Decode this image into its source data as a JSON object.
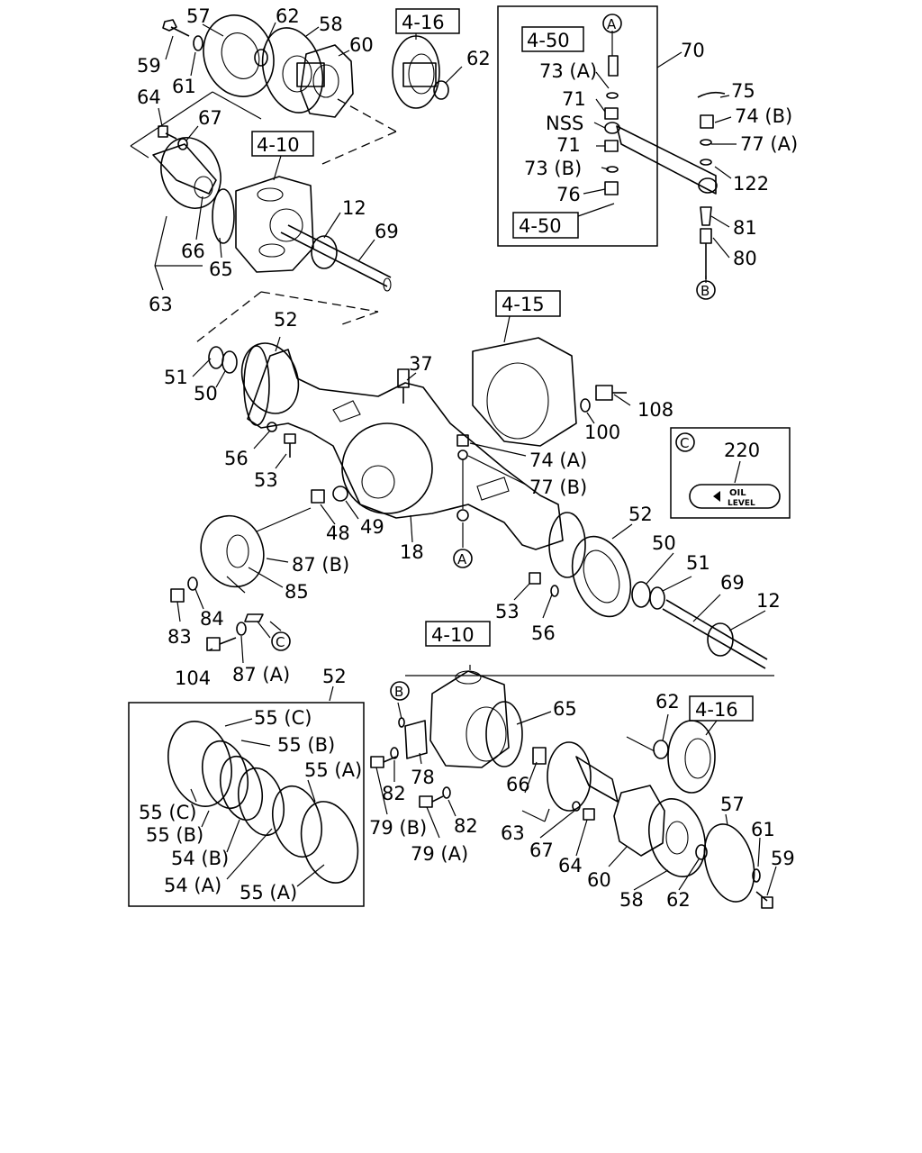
{
  "refs": {
    "r416a": "4-16",
    "r410a": "4-10",
    "r450a": "4-50",
    "r450b": "4-50",
    "r415": "4-15",
    "r410b": "4-10",
    "r416b": "4-16"
  },
  "callouts": {
    "A": "A",
    "B": "B",
    "C": "C"
  },
  "oil_level": {
    "part": "220",
    "word1": "OIL",
    "word2": "LEVEL"
  },
  "labels": {
    "l57a": "57",
    "l62a": "62",
    "l58a": "58",
    "l60a": "60",
    "l59a": "59",
    "l61a": "61",
    "l62b": "62",
    "l64a": "64",
    "l67a": "67",
    "l66a": "66",
    "l65a": "65",
    "l63a": "63",
    "l12a": "12",
    "l69a": "69",
    "l70": "70",
    "l73A": "73 (A)",
    "l71a": "71",
    "lNSS": "NSS",
    "l71b": "71",
    "l73B": "73 (B)",
    "l76": "76",
    "l75": "75",
    "l74B": "74 (B)",
    "l77A": "77 (A)",
    "l122": "122",
    "l81": "81",
    "l80": "80",
    "l52a": "52",
    "l37": "37",
    "l51a": "51",
    "l50a": "50",
    "l108": "108",
    "l100": "100",
    "l56a": "56",
    "l53a": "53",
    "l74A": "74 (A)",
    "l77B": "77 (B)",
    "l48": "48",
    "l49": "49",
    "l18": "18",
    "l87B": "87 (B)",
    "l85": "85",
    "l84": "84",
    "l83": "83",
    "l104": "104",
    "l87A": "87 (A)",
    "l52b": "52",
    "l50b": "50",
    "l51b": "51",
    "l69b": "69",
    "l12b": "12",
    "l53b": "53",
    "l56b": "56",
    "l52c": "52",
    "l55C": "55 (C)",
    "l55B": "55 (B)",
    "l55A": "55 (A)",
    "l55Cb": "55 (C)",
    "l55Bb": "55 (B)",
    "l54B": "54 (B)",
    "l54A": "54 (A)",
    "l55Ab": "55 (A)",
    "l65b": "65",
    "l62c": "62",
    "l66b": "66",
    "l78": "78",
    "l82a": "82",
    "l82b": "82",
    "l79B": "79 (B)",
    "l79A": "79 (A)",
    "l63b": "63",
    "l67b": "67",
    "l64b": "64",
    "l60b": "60",
    "l58b": "58",
    "l62d": "62",
    "l57b": "57",
    "l61b": "61",
    "l59b": "59"
  }
}
